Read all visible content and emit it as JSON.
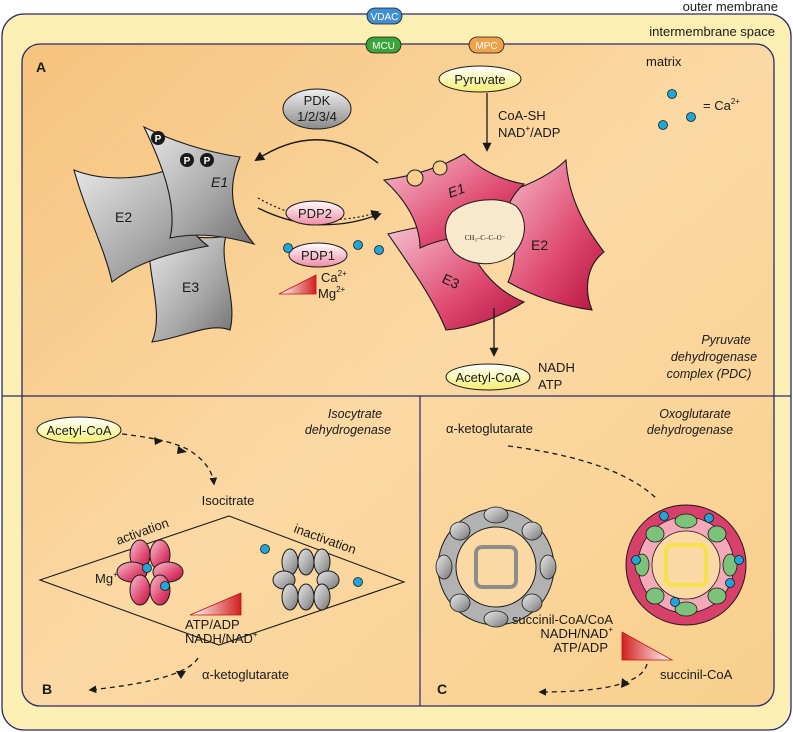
{
  "compartments": {
    "outer_membrane": "outer membrane",
    "intermembrane_space": "intermembrane space",
    "matrix": "matrix"
  },
  "channels": {
    "vdac": "VDAC",
    "mcu": "MCU",
    "mpc": "MPC"
  },
  "colors": {
    "outer_bg": "#fcefb4",
    "matrix_bg": "#f8cf8c",
    "line": "#2a2a6a",
    "enzyme_red": "#d41d52",
    "enzyme_grey": "#8d8d8d",
    "calcium": "#1fa6d8",
    "vdac": "#3f8fd1",
    "mcu": "#3aa53a",
    "mpc": "#f0a24a"
  },
  "legend": {
    "calcium_label": "= Ca",
    "calcium_sup": "2+"
  },
  "panel_a": {
    "letter": "A",
    "title_line1": "Pyruvate",
    "title_line2": "dehydrogenase",
    "title_line3": "complex (PDC)",
    "pyruvate": "Pyruvate",
    "cofactor1": "CoA-SH",
    "cofactor2_main": "NAD",
    "cofactor2_sup": "+",
    "cofactor2_tail": "/ADP",
    "pdk_line1": "PDK",
    "pdk_line2": "1/2/3/4",
    "pdp2": "PDP2",
    "pdp1": "PDP1",
    "ca_main": "Ca",
    "ca_sup": "2+",
    "mg_main": "Mg",
    "mg_sup": "2+",
    "phospho_label": "P",
    "grey_e1": "E1",
    "grey_e2": "E2",
    "grey_e3": "E3",
    "red_e1": "E1",
    "red_e2": "E2",
    "red_e3": "E3",
    "acetyl_coa": "Acetyl-CoA",
    "product1": "NADH",
    "product2": "ATP"
  },
  "panel_b": {
    "letter": "B",
    "title_line1": "Isocytrate",
    "title_line2": "dehydrogenase",
    "acetyl_coa": "Acetyl-CoA",
    "isocitrate": "Isocitrate",
    "activation": "activation",
    "inactivation": "inactivation",
    "mg_main": "Mg",
    "mg_sup": "+",
    "ratio1": "ATP/ADP",
    "ratio2_main": "NADH/NAD",
    "ratio2_sup": "+",
    "product": "α-ketoglutarate"
  },
  "panel_c": {
    "letter": "C",
    "title_line1": "Oxoglutarate",
    "title_line2": "dehydrogenase",
    "substrate": "α-ketoglutarate",
    "ratio1": "succinil-CoA/CoA",
    "ratio2_main": "NADH/NAD",
    "ratio2_sup": "+",
    "ratio3": "ATP/ADP",
    "product": "succinil-CoA"
  }
}
